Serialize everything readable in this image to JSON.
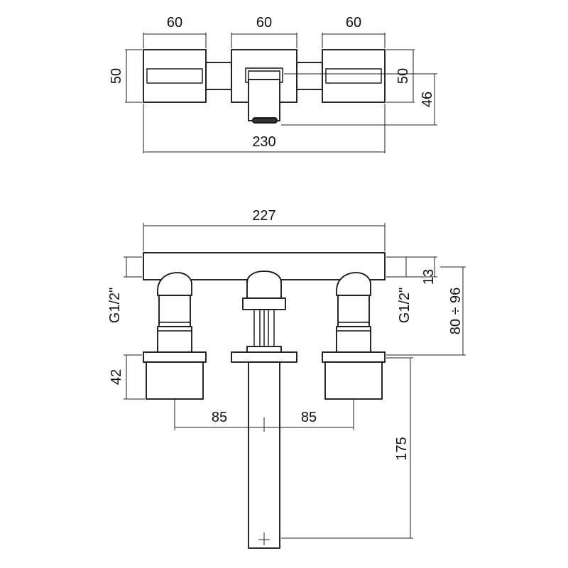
{
  "top_view": {
    "width_left": "60",
    "width_center": "60",
    "width_right": "60",
    "height_left": "50",
    "height_right": "50",
    "spout_projection": "46",
    "overall_width": "230"
  },
  "front_view": {
    "overall_width": "227",
    "thread_left": "G1/2\"",
    "thread_right": "G1/2\"",
    "plate_thickness": "13",
    "depth_range": "80 ÷ 96",
    "handle_height": "42",
    "spacing_left": "85",
    "spacing_right": "85",
    "spout_length": "175"
  }
}
